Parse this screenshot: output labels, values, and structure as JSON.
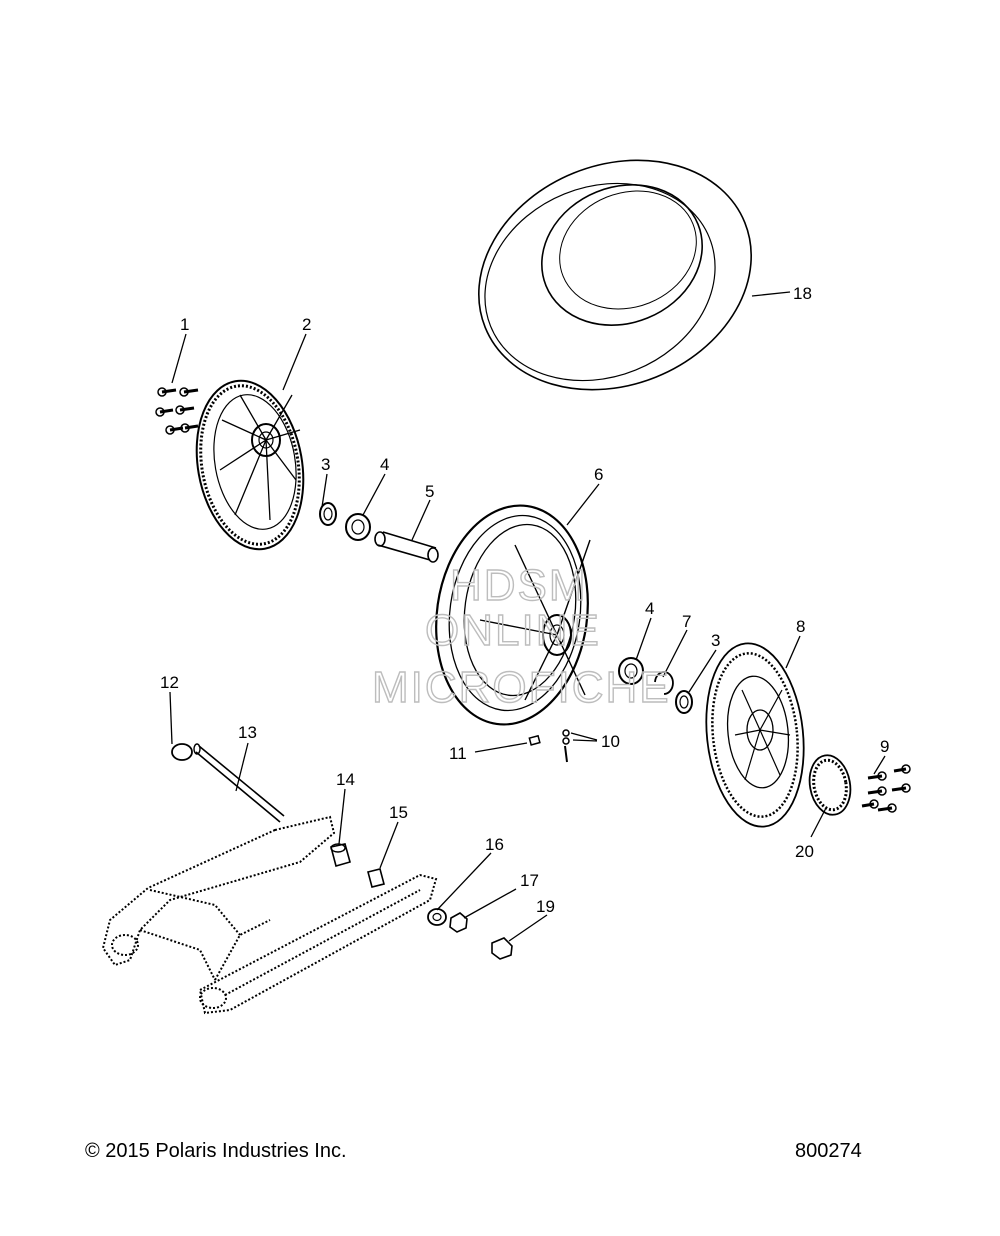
{
  "callouts": {
    "c1": "1",
    "c2": "2",
    "c3a": "3",
    "c4a": "4",
    "c5": "5",
    "c6": "6",
    "c4b": "4",
    "c7": "7",
    "c3b": "3",
    "c8": "8",
    "c9": "9",
    "c10": "10",
    "c11": "11",
    "c12": "12",
    "c13": "13",
    "c14": "14",
    "c15": "15",
    "c16": "16",
    "c17": "17",
    "c18": "18",
    "c19": "19",
    "c20": "20"
  },
  "watermark": {
    "line1": "HDSM",
    "line2": "ONLINE",
    "line3": "MICROFICHE"
  },
  "footer": {
    "copyright": "© 2015 Polaris Industries Inc.",
    "doc_number": "800274"
  }
}
